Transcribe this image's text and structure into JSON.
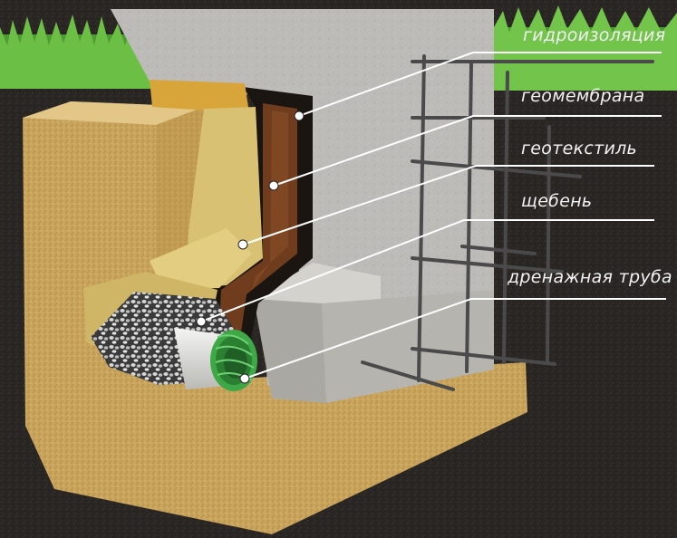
{
  "diagram": {
    "labels": [
      {
        "id": "waterproofing",
        "text": "гидроизоляция"
      },
      {
        "id": "geomembrane",
        "text": "геомембрана"
      },
      {
        "id": "geotextile",
        "text": "геотекстиль"
      },
      {
        "id": "gravel",
        "text": "щебень"
      },
      {
        "id": "drain_pipe",
        "text": "дренажная труба"
      }
    ]
  },
  "colors": {
    "label_text": "#f2f2f2",
    "leader_line": "#ffffff",
    "geotextile": "#d8c172",
    "geomembrane": "#1a1410",
    "waterproofing": "#6e3c1c",
    "concrete": "#bdbcb8",
    "pipe": "#3ea846",
    "sand": "#c7a35b",
    "soil": "#2a2624",
    "grass": "#5aa83a"
  }
}
